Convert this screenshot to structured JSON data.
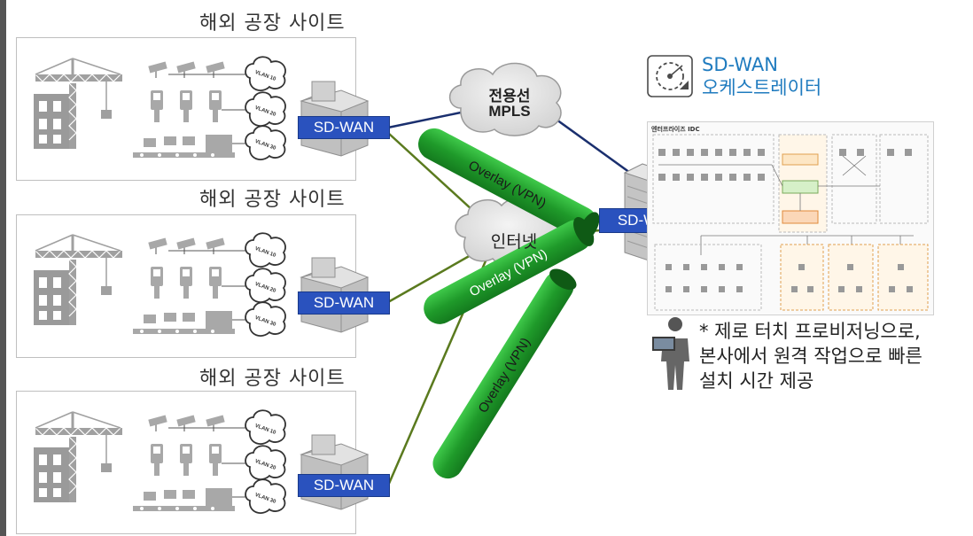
{
  "sites": [
    {
      "title": "해외 공장 사이트",
      "device_label": "SD-WAN",
      "vlans": [
        "VLAN 10",
        "VLAN 20",
        "VLAN 30"
      ]
    },
    {
      "title": "해외 공장 사이트",
      "device_label": "SD-WAN",
      "vlans": [
        "VLAN 10",
        "VLAN 20",
        "VLAN 30"
      ]
    },
    {
      "title": "해외 공장 사이트",
      "device_label": "SD-WAN",
      "vlans": [
        "VLAN 10",
        "VLAN 20",
        "VLAN 30"
      ]
    }
  ],
  "mpls_cloud": {
    "line1": "전용선",
    "line2": "MPLS"
  },
  "internet_cloud": {
    "label": "인터넷"
  },
  "tunnels": [
    "Overlay (VPN)",
    "Overlay (VPN)",
    "Overlay (VPN)"
  ],
  "hq": {
    "device_label": "SD-WAN",
    "idc_title": "엔터프라이즈 IDC"
  },
  "orchestrator": {
    "line1": "SD-WAN",
    "line2": "오케스트레이터"
  },
  "note": {
    "line1": "* 제로 터치 프로비저닝으로,",
    "line2": "본사에서 원격 작업으로 빠른",
    "line3": "설치 시간 제공"
  },
  "colors": {
    "sdwan_box": "#2a52be",
    "tunnel": "#22a02b",
    "mpls_link": "#1a2f6e",
    "internet_link": "#5a7a1e",
    "orchestrator_text": "#1f7bbf"
  }
}
